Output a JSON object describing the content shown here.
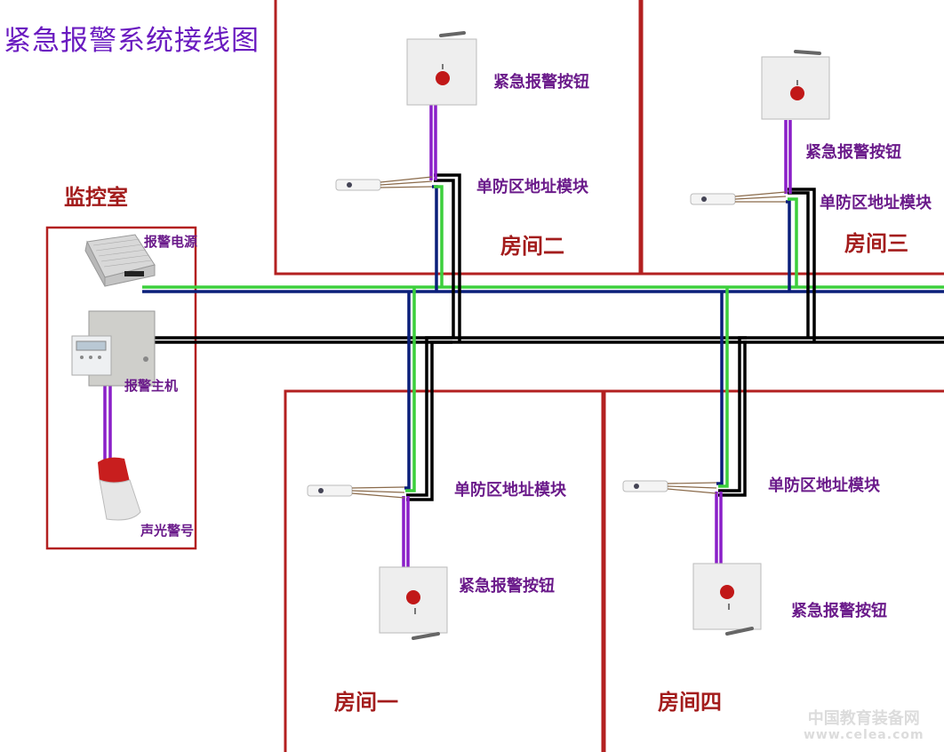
{
  "title": "紧急报警系统接线图",
  "control_room": {
    "label": "监控室",
    "devices": {
      "power_supply": "报警电源",
      "alarm_host": "报警主机",
      "siren": "声光警号"
    }
  },
  "rooms": [
    {
      "name": "房间一",
      "button_label": "紧急报警按钮",
      "module_label": "单防区地址模块"
    },
    {
      "name": "房间二",
      "button_label": "紧急报警按钮",
      "module_label": "单防区地址模块"
    },
    {
      "name": "房间三",
      "button_label": "紧急报警按钮",
      "module_label": "单防区地址模块"
    },
    {
      "name": "房间四",
      "button_label": "紧急报警按钮",
      "module_label": "单防区地址模块"
    }
  ],
  "wire_colors": {
    "wall": "#b32020",
    "power_positive": "#3ccf3c",
    "power_negative": "#0a1f7a",
    "signal_bus": "#000000",
    "button_wire": "#8a1fc8"
  },
  "watermark": {
    "line1": "中国教育装备网",
    "line2": "www.celea.com"
  }
}
